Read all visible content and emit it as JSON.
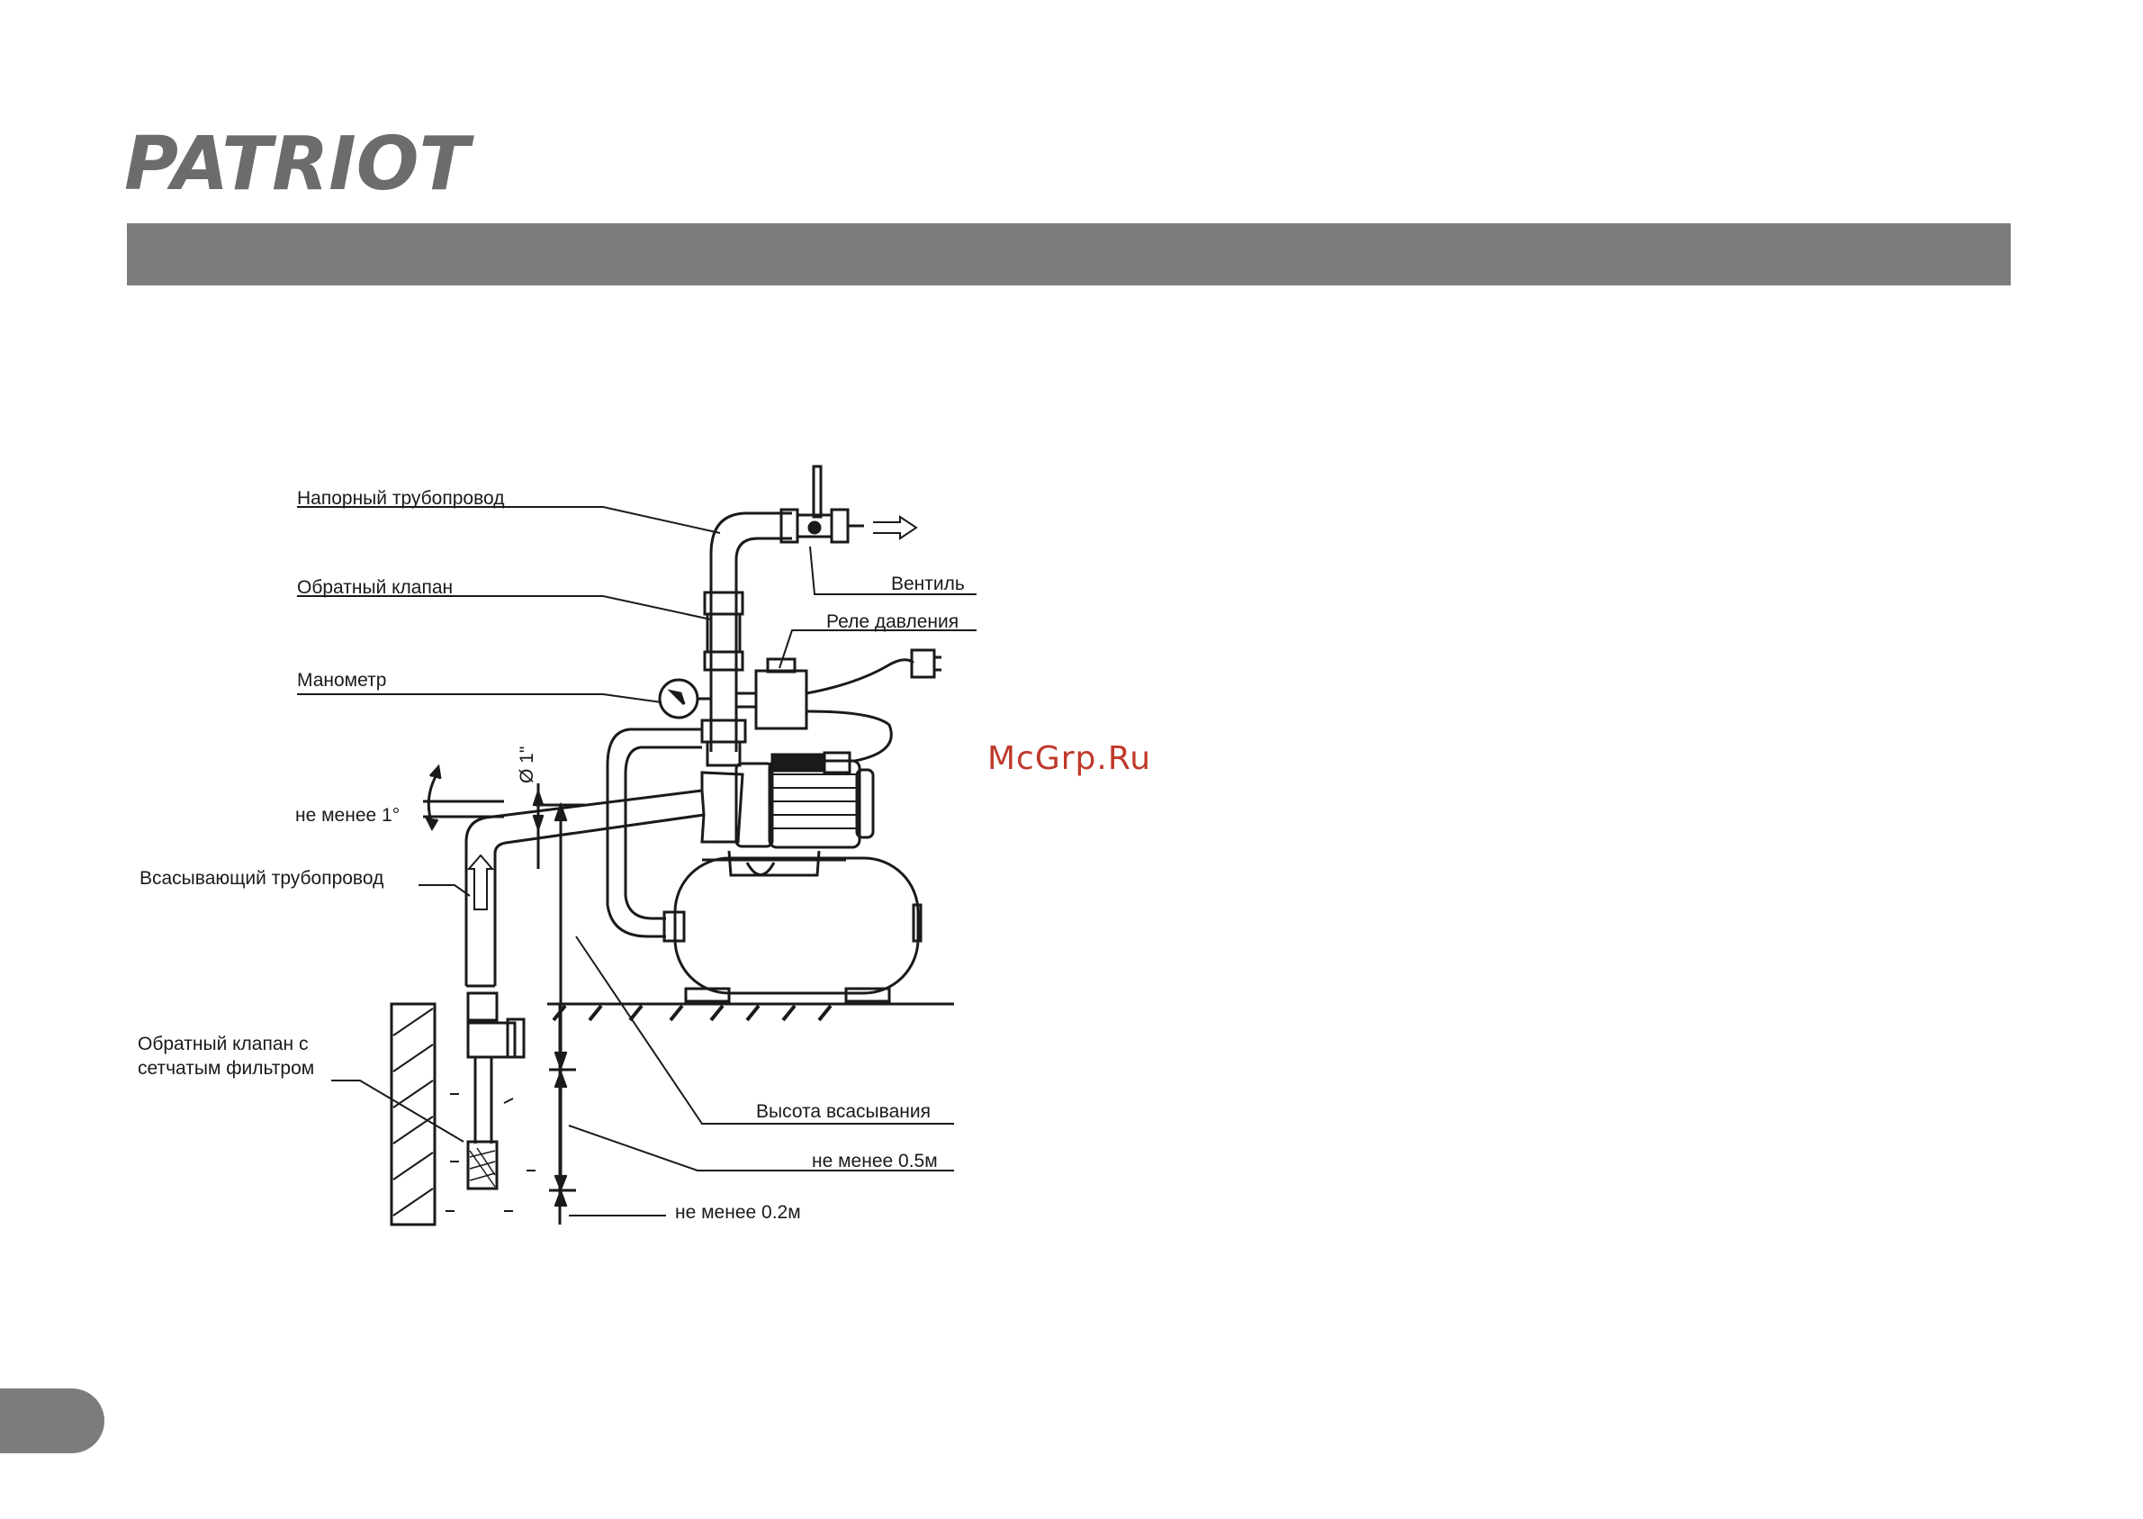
{
  "header": {
    "brand": "PATRIOT",
    "title_bar_text": ""
  },
  "diagram": {
    "labels": {
      "pressure_pipeline": "Напорный трубопровод",
      "check_valve": "Обратный клапан",
      "manometer": "Манометр",
      "valve": "Вентиль",
      "pressure_relay": "Реле давления",
      "diameter": "Ø 1\"",
      "min_angle": "не менее 1°",
      "suction_pipeline": "Всасывающий трубопровод",
      "check_valve_filter_line1": "Обратный клапан с",
      "check_valve_filter_line2": "сетчатым фильтром",
      "suction_height": "Высота всасывания",
      "min_05": "не менее 0.5м",
      "min_02": "не менее 0.2м"
    }
  },
  "watermark": "McGrp.Ru",
  "colors": {
    "title_bar": "#7d7b7c",
    "brand": "#6d6c6d",
    "watermark": "#c0392b"
  }
}
